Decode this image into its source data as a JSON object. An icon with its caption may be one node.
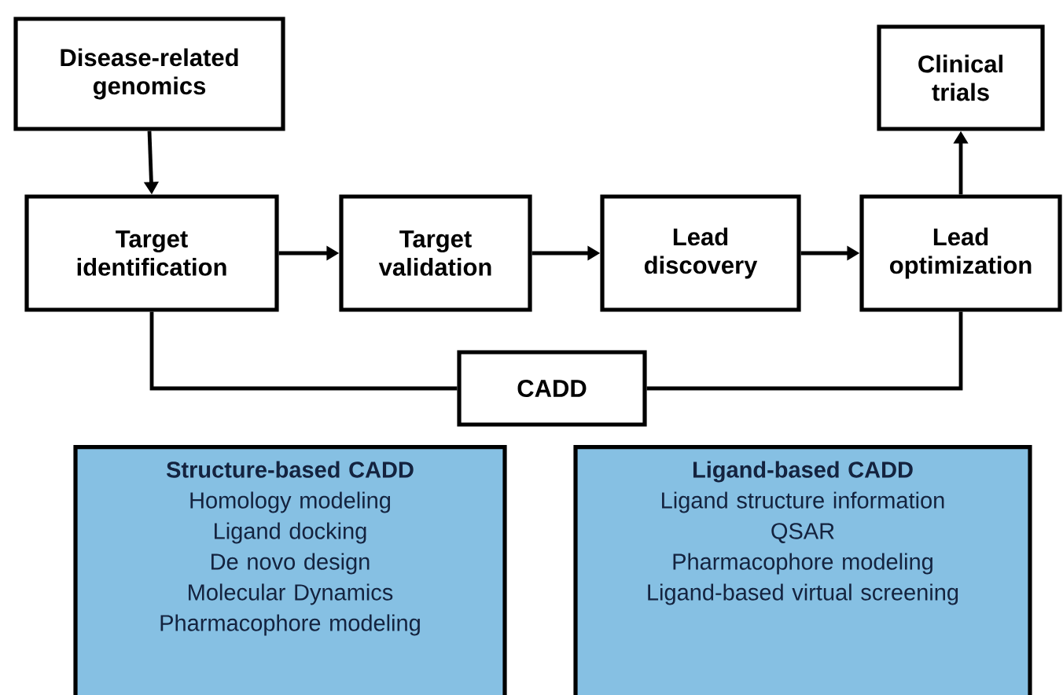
{
  "diagram": {
    "nodes": [
      {
        "text": [
          "Disease-related genomics"
        ]
      },
      {
        "text": [
          "Target identification"
        ]
      },
      {
        "text": [
          "Target validation"
        ]
      },
      {
        "text": [
          "Lead discovery"
        ]
      },
      {
        "text": [
          "Lead optimization"
        ]
      },
      {
        "text": [
          "Clinical trials"
        ]
      },
      {
        "text": [
          "CADD"
        ]
      },
      {
        "text": [
          "Structure-based CADD",
          "Homology modeling",
          "Ligand docking",
          "De novo design",
          "Molecular Dynamics",
          "Pharmacophore modeling"
        ]
      },
      {
        "text": [
          "Ligand-based CADD",
          "Ligand structure information",
          "QSAR",
          "Pharmacophore modeling",
          "Ligand-based virtual screening"
        ]
      }
    ],
    "edges": [
      {
        "from": 0,
        "to": 1,
        "arrow": "to"
      },
      {
        "from": 1,
        "to": 2,
        "arrow": "to"
      },
      {
        "from": 2,
        "to": 3,
        "arrow": "to"
      },
      {
        "from": 3,
        "to": 4,
        "arrow": "to"
      },
      {
        "from": 4,
        "to": 5,
        "arrow": "to"
      },
      {
        "from": 1,
        "to": 6,
        "arrow": "none"
      },
      {
        "from": 4,
        "to": 6,
        "arrow": "none"
      }
    ]
  }
}
